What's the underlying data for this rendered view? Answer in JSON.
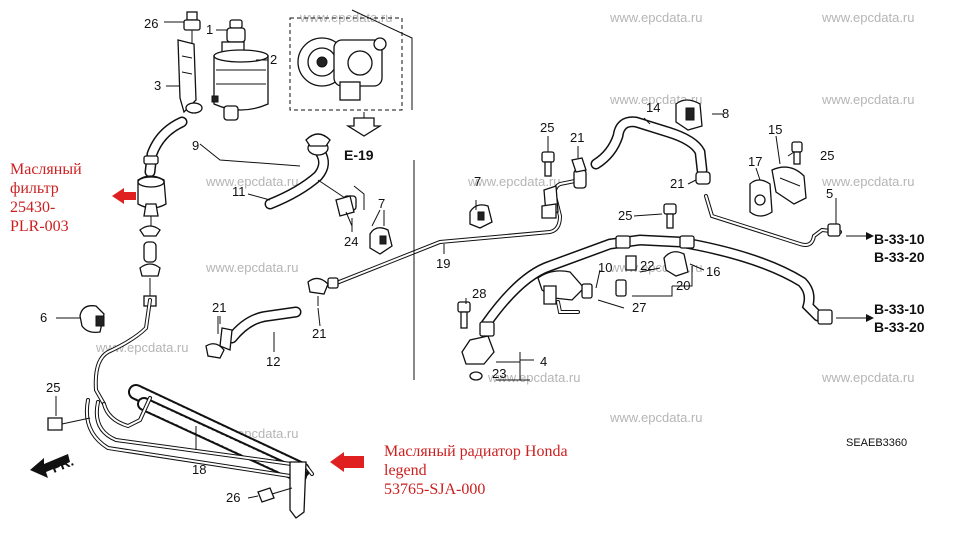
{
  "watermark": "www.epcdata.ru",
  "diagram_code": "SEAEB3360",
  "direction_label": "FR.",
  "refs": {
    "e19": "E-19",
    "b3310_a": "B-33-10",
    "b3320_a": "B-33-20",
    "b3310_b": "B-33-10",
    "b3320_b": "B-33-20"
  },
  "callouts": {
    "n1": "1",
    "n2": "2",
    "n3": "3",
    "n4": "4",
    "n5": "5",
    "n6": "6",
    "n7a": "7",
    "n7b": "7",
    "n8": "8",
    "n9": "9",
    "n10": "10",
    "n11": "11",
    "n12": "12",
    "n14": "14",
    "n15": "15",
    "n16": "16",
    "n17": "17",
    "n18": "18",
    "n19": "19",
    "n20": "20",
    "n21a": "21",
    "n21b": "21",
    "n21c": "21",
    "n21d": "21",
    "n22": "22",
    "n23": "23",
    "n24": "24",
    "n25a": "25",
    "n25b": "25",
    "n25c": "25",
    "n25d": "25",
    "n26a": "26",
    "n26b": "26",
    "n27": "27",
    "n28": "28"
  },
  "annotations": {
    "filter": [
      "Масляный",
      "фильтр",
      "25430-",
      "PLR-003"
    ],
    "radiator": [
      "Масляный радиатор Honda",
      "legend",
      "53765-SJA-000"
    ]
  },
  "colors": {
    "annotation": "#cc1f1f",
    "arrow": "#e02020",
    "watermark": "#b5b5b5"
  }
}
